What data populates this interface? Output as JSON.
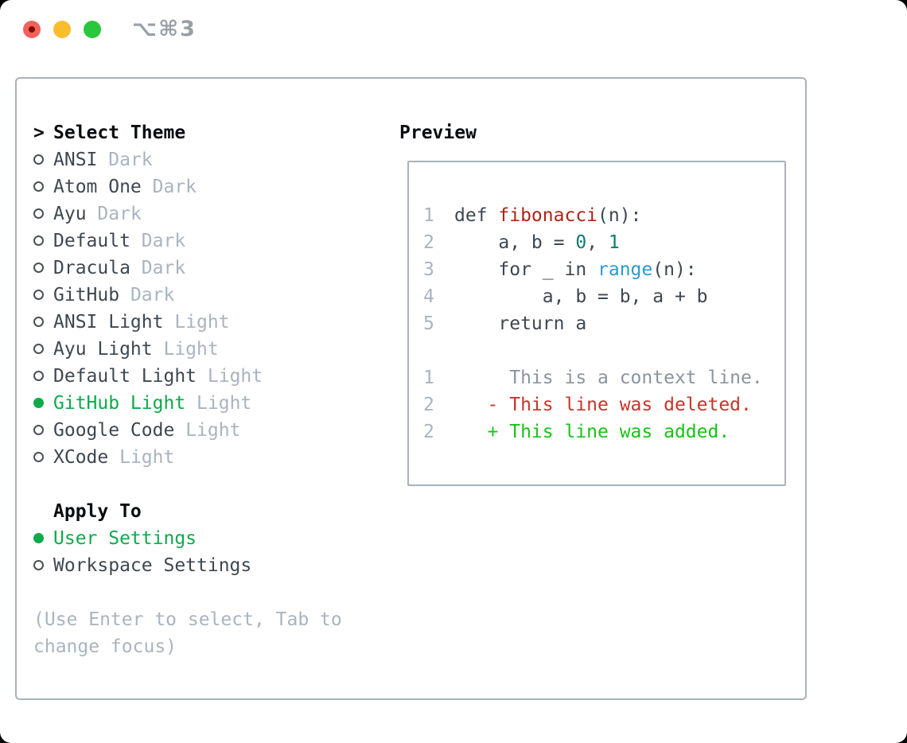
{
  "window": {
    "shortcut": "⌥⌘3"
  },
  "colors": {
    "selection_green": "#0daa4b",
    "diff_added_green": "#17c417",
    "diff_deleted_red": "#c7342a",
    "function_red": "#ad2417",
    "number_teal": "#0e7b6f",
    "builtin_blue": "#2a9bd2",
    "muted_gray": "#a9b4bf",
    "text_dark": "#3e4750",
    "border_gray": "#a9b2ba",
    "traffic_red": "#f4605a",
    "traffic_yellow": "#fbbd2d",
    "traffic_green": "#29c73b"
  },
  "theme_panel": {
    "cursor": ">",
    "title": "Select Theme",
    "themes": [
      {
        "name": "ANSI",
        "variant": "Dark",
        "selected": false
      },
      {
        "name": "Atom One",
        "variant": "Dark",
        "selected": false
      },
      {
        "name": "Ayu",
        "variant": "Dark",
        "selected": false
      },
      {
        "name": "Default",
        "variant": "Dark",
        "selected": false
      },
      {
        "name": "Dracula",
        "variant": "Dark",
        "selected": false
      },
      {
        "name": "GitHub",
        "variant": "Dark",
        "selected": false
      },
      {
        "name": "ANSI Light",
        "variant": "Light",
        "selected": false
      },
      {
        "name": "Ayu Light",
        "variant": "Light",
        "selected": false
      },
      {
        "name": "Default Light",
        "variant": "Light",
        "selected": false
      },
      {
        "name": "GitHub Light",
        "variant": "Light",
        "selected": true
      },
      {
        "name": "Google Code",
        "variant": "Light",
        "selected": false
      },
      {
        "name": "XCode",
        "variant": "Light",
        "selected": false
      }
    ],
    "apply_to": {
      "title": "Apply To",
      "options": [
        {
          "label": "User Settings",
          "selected": true
        },
        {
          "label": "Workspace Settings",
          "selected": false
        }
      ]
    },
    "hint_line1": "(Use Enter to select, Tab to",
    "hint_line2": "change focus)"
  },
  "preview": {
    "title": "Preview",
    "code_lines": [
      {
        "num": "1",
        "segments": [
          {
            "t": "def ",
            "c": "code"
          },
          {
            "t": "fibonacci",
            "c": "func"
          },
          {
            "t": "(n):",
            "c": "code"
          }
        ]
      },
      {
        "num": "2",
        "segments": [
          {
            "t": "    a, b = ",
            "c": "code"
          },
          {
            "t": "0",
            "c": "num"
          },
          {
            "t": ", ",
            "c": "code"
          },
          {
            "t": "1",
            "c": "num"
          }
        ]
      },
      {
        "num": "3",
        "segments": [
          {
            "t": "    for _ in ",
            "c": "code"
          },
          {
            "t": "range",
            "c": "builtin"
          },
          {
            "t": "(n):",
            "c": "code"
          }
        ]
      },
      {
        "num": "4",
        "segments": [
          {
            "t": "        a, b = b, a + b",
            "c": "code"
          }
        ]
      },
      {
        "num": "5",
        "segments": [
          {
            "t": "    return a",
            "c": "code"
          }
        ]
      }
    ],
    "diff_lines": [
      {
        "num": "1",
        "text": "     This is a context line.",
        "type": "context"
      },
      {
        "num": "2",
        "text": "   - This line was deleted.",
        "type": "deleted"
      },
      {
        "num": "2",
        "text": "   + This line was added.",
        "type": "added"
      }
    ]
  }
}
